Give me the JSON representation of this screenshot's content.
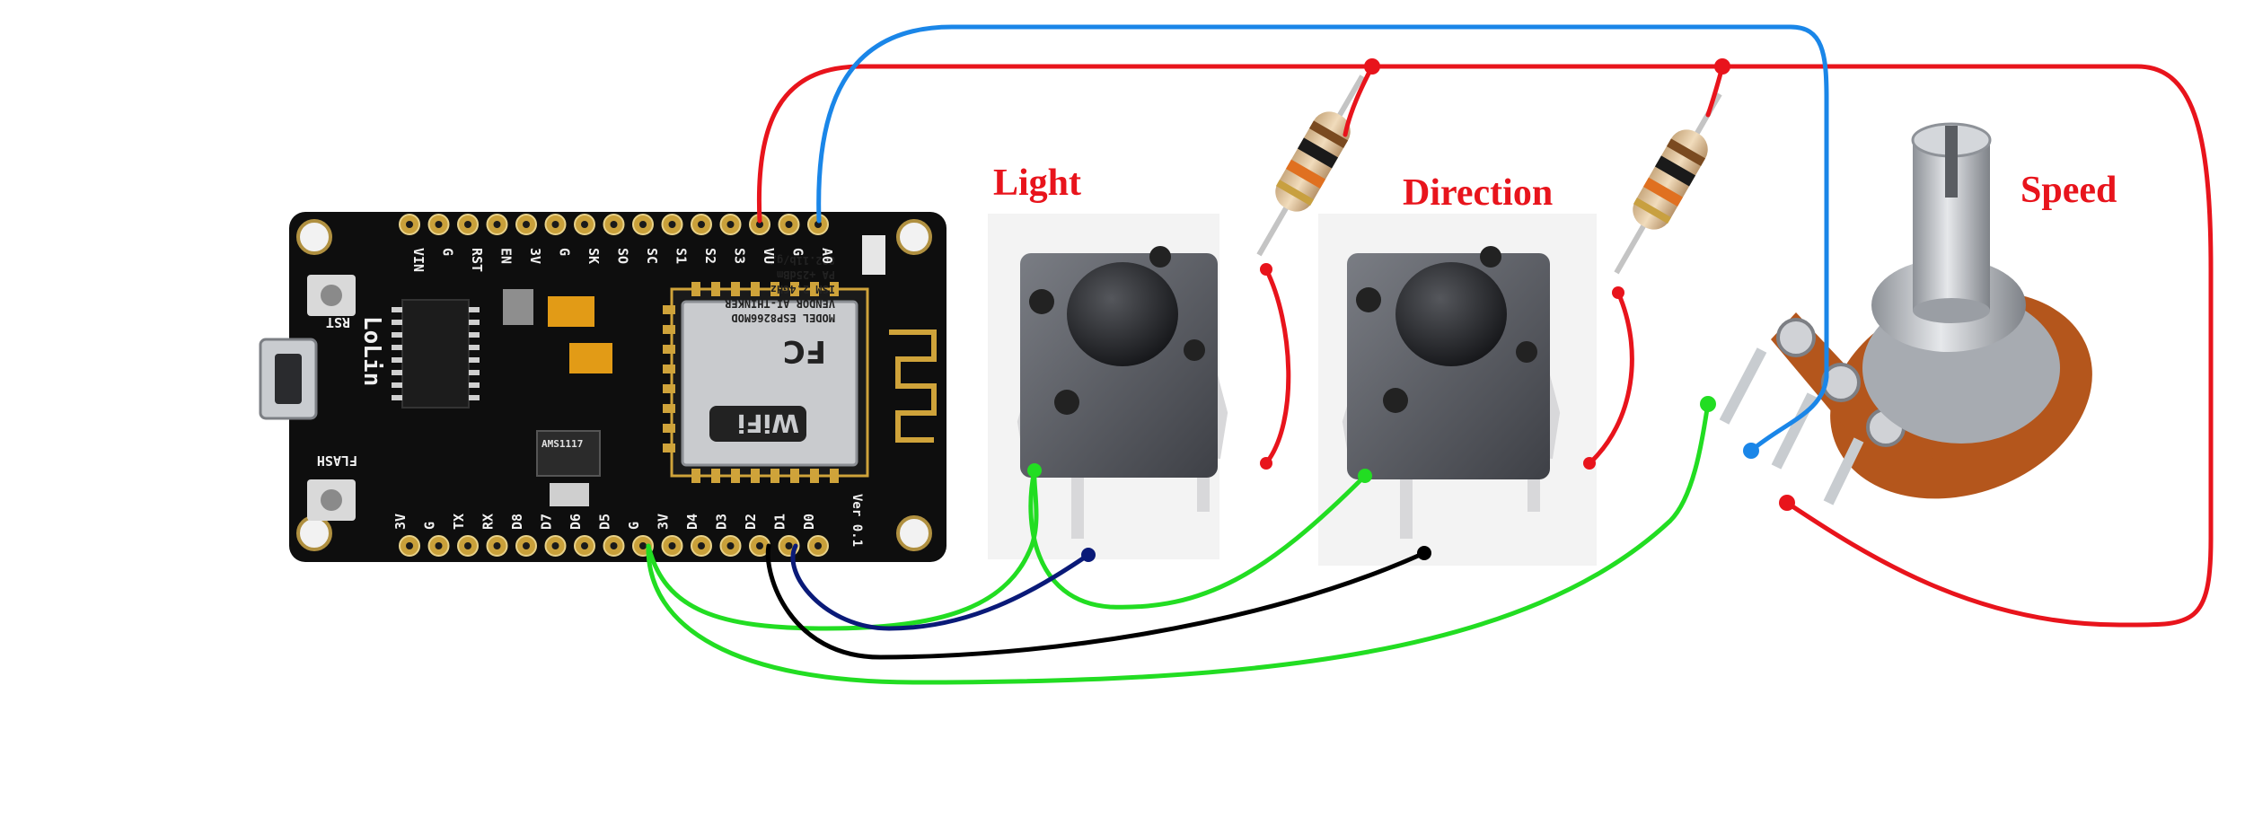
{
  "colors": {
    "red": "#e8141c",
    "blue": "#1a86e8",
    "green": "#22dd22",
    "navy": "#0a1a78",
    "black": "#000000",
    "label": "#e8141c",
    "board": "#0e0e0e",
    "pcb_text": "#f0f0f0",
    "pcb_gold": "#cfa33a",
    "button_body": "#5a5c63",
    "button_cap": "#27282c",
    "pot_board": "#b4561c",
    "pot_metal": "#b8bcc2"
  },
  "labels": {
    "light": "Light",
    "direction": "Direction",
    "speed": "Speed"
  },
  "board": {
    "top_pins": [
      "VIN",
      "G",
      "RST",
      "EN",
      "3V",
      "G",
      "SK",
      "SO",
      "SC",
      "S1",
      "S2",
      "S3",
      "VU",
      "G",
      "A0"
    ],
    "bottom_pins": [
      "3V",
      "G",
      "TX",
      "RX",
      "D8",
      "D7",
      "D6",
      "D5",
      "G",
      "3V",
      "D4",
      "D3",
      "D2",
      "D1",
      "D0"
    ],
    "rst_label": "RST",
    "flash_label": "FLASH",
    "brand": "LoLin",
    "version": "Ver 0.1",
    "module_text": [
      "MODEL  ESP8266MOD",
      "VENDOR  AI-THINKER",
      "ISM  2.4GHz",
      "PA  +25dBm",
      "802.11b/g/n"
    ],
    "wifi_text": "WiFi",
    "chip_text": "AMS1117"
  },
  "icons": [
    "wifi-antenna-icon",
    "fcc-logo-icon",
    "usb-port-icon"
  ]
}
